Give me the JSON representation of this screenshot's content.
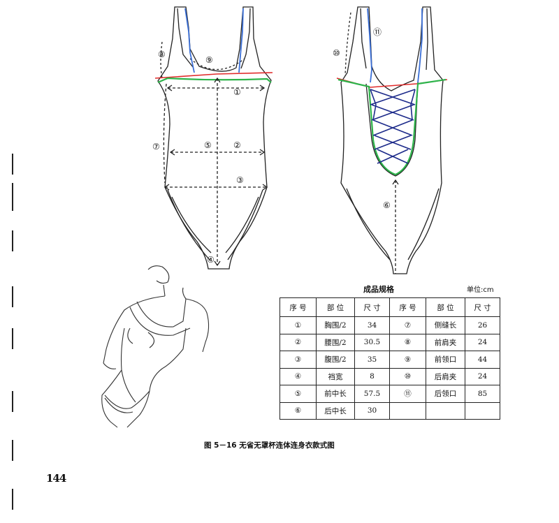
{
  "front_view": {
    "markers": [
      "①",
      "②",
      "③",
      "④",
      "⑤",
      "⑦",
      "⑧",
      "⑨"
    ]
  },
  "back_view": {
    "markers": [
      "⑥",
      "⑩",
      "⑪"
    ]
  },
  "spec": {
    "title": "成品规格",
    "unit": "单位:cm",
    "headers": [
      "序 号",
      "部 位",
      "尺 寸",
      "序 号",
      "部 位",
      "尺 寸"
    ],
    "rows": [
      {
        "no_a": "①",
        "part_a": "胸围/2",
        "size_a": "34",
        "no_b": "⑦",
        "part_b": "侧缝长",
        "size_b": "26"
      },
      {
        "no_a": "②",
        "part_a": "腰围/2",
        "size_a": "30.5",
        "no_b": "⑧",
        "part_b": "前肩夹",
        "size_b": "24"
      },
      {
        "no_a": "③",
        "part_a": "腹围/2",
        "size_a": "35",
        "no_b": "⑨",
        "part_b": "前领口",
        "size_b": "44"
      },
      {
        "no_a": "④",
        "part_a": "裆宽",
        "size_a": "8",
        "no_b": "⑩",
        "part_b": "后肩夹",
        "size_b": "24"
      },
      {
        "no_a": "⑤",
        "part_a": "前中长",
        "size_a": "57.5",
        "no_b": "⑪",
        "part_b": "后领口",
        "size_b": "85"
      },
      {
        "no_a": "⑥",
        "part_a": "后中长",
        "size_a": "30",
        "no_b": "",
        "part_b": "",
        "size_b": ""
      }
    ]
  },
  "caption": "图 5－16    无省无罩杯连体连身衣款式图",
  "page_number": "144",
  "colors": {
    "line": "#222222",
    "blue": "#3b6fd6",
    "red": "#e02a2a",
    "green": "#2db34a",
    "navy": "#1c2a8a"
  }
}
